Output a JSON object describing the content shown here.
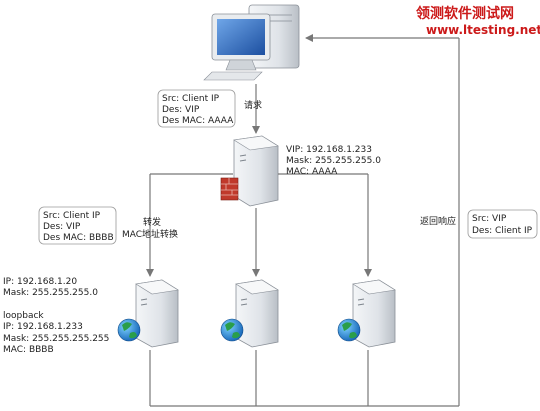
{
  "watermark": {
    "title": "领测软件测试网",
    "url": "www.ltesting.net"
  },
  "request": {
    "label": "请求",
    "box": [
      "Src: Client IP",
      "Des: VIP",
      "Des MAC: AAAA"
    ]
  },
  "load_balancer": {
    "vip": "VIP: 192.168.1.233",
    "mask": "Mask: 255.255.255.0",
    "mac": "MAC: AAAA"
  },
  "forward": {
    "label_1": "转发",
    "label_2": "MAC地址转换",
    "box": [
      "Src: Client IP",
      "Des: VIP",
      "Des MAC: BBBB"
    ]
  },
  "real_server": {
    "ip": "IP: 192.168.1.20",
    "mask": "Mask: 255.255.255.0",
    "loopback_title": "loopback",
    "lo_ip": "IP: 192.168.1.233",
    "lo_mask": "Mask: 255.255.255.255",
    "lo_mac": "MAC: BBBB"
  },
  "response": {
    "label": "返回响应",
    "box": [
      "Src: VIP",
      "Des: Client IP"
    ]
  },
  "colors": {
    "watermark": "#cc1a1a",
    "arrow": "#777777",
    "firewall": "#c0392b",
    "globe": "#2a9e4a"
  }
}
